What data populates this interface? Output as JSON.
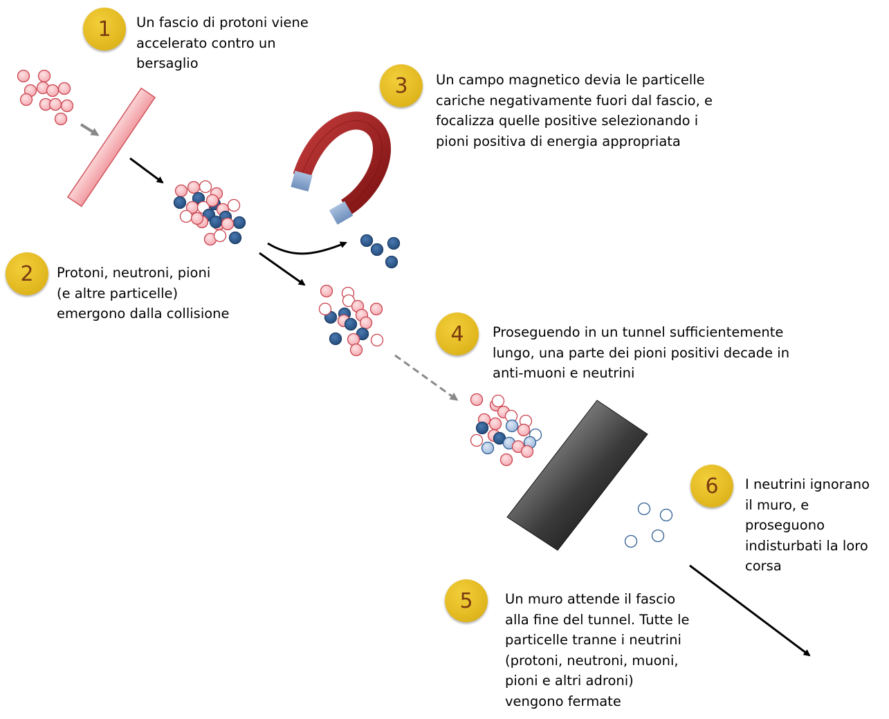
{
  "steps": [
    {
      "number": "1",
      "text": "Un fascio di protoni viene\naccelerato contro un\nbersaglio"
    },
    {
      "number": "2",
      "text": "Protoni, neutroni, pioni\n(e altre particelle)\nemergono dalla collisione"
    },
    {
      "number": "3",
      "text": "Un campo magnetico devia le particelle\ncariche negativamente fuori dal fascio, e\nfocalizza quelle positive selezionando i\npioni positiva di energia appropriata"
    },
    {
      "number": "4",
      "text": "Proseguendo in un tunnel sufficientemente\nlungo, una parte dei pioni positivi decade in\nanti-muoni e neutrini"
    },
    {
      "number": "5",
      "text": "Un muro attende il fascio\nalla fine del tunnel. Tutte le\nparticelle tranne i neutrini\n(protoni, neutroni, muoni,\npioni e altri adroni)\nvengono fermate"
    },
    {
      "number": "6",
      "text": "I neutrini ignorano\nil muro, e\nproseguono\nindisturbati la loro\ncorsa"
    }
  ],
  "colors": {
    "proton": "#f4b8bd",
    "proton_border": "#c9434f",
    "blue_particle": "#2f5d92",
    "light_blue_particle": "#aec6e3",
    "neutral_particle": "#ffffff",
    "badge": "#e3b921",
    "badge_text": "#7a3a10",
    "magnet_red": "#9e1c1c",
    "magnet_tip": "#8da9cf",
    "target": "#f6b6b9"
  },
  "icons": [
    "target-bar",
    "magnet-icon",
    "wall-block",
    "arrow-icon"
  ]
}
